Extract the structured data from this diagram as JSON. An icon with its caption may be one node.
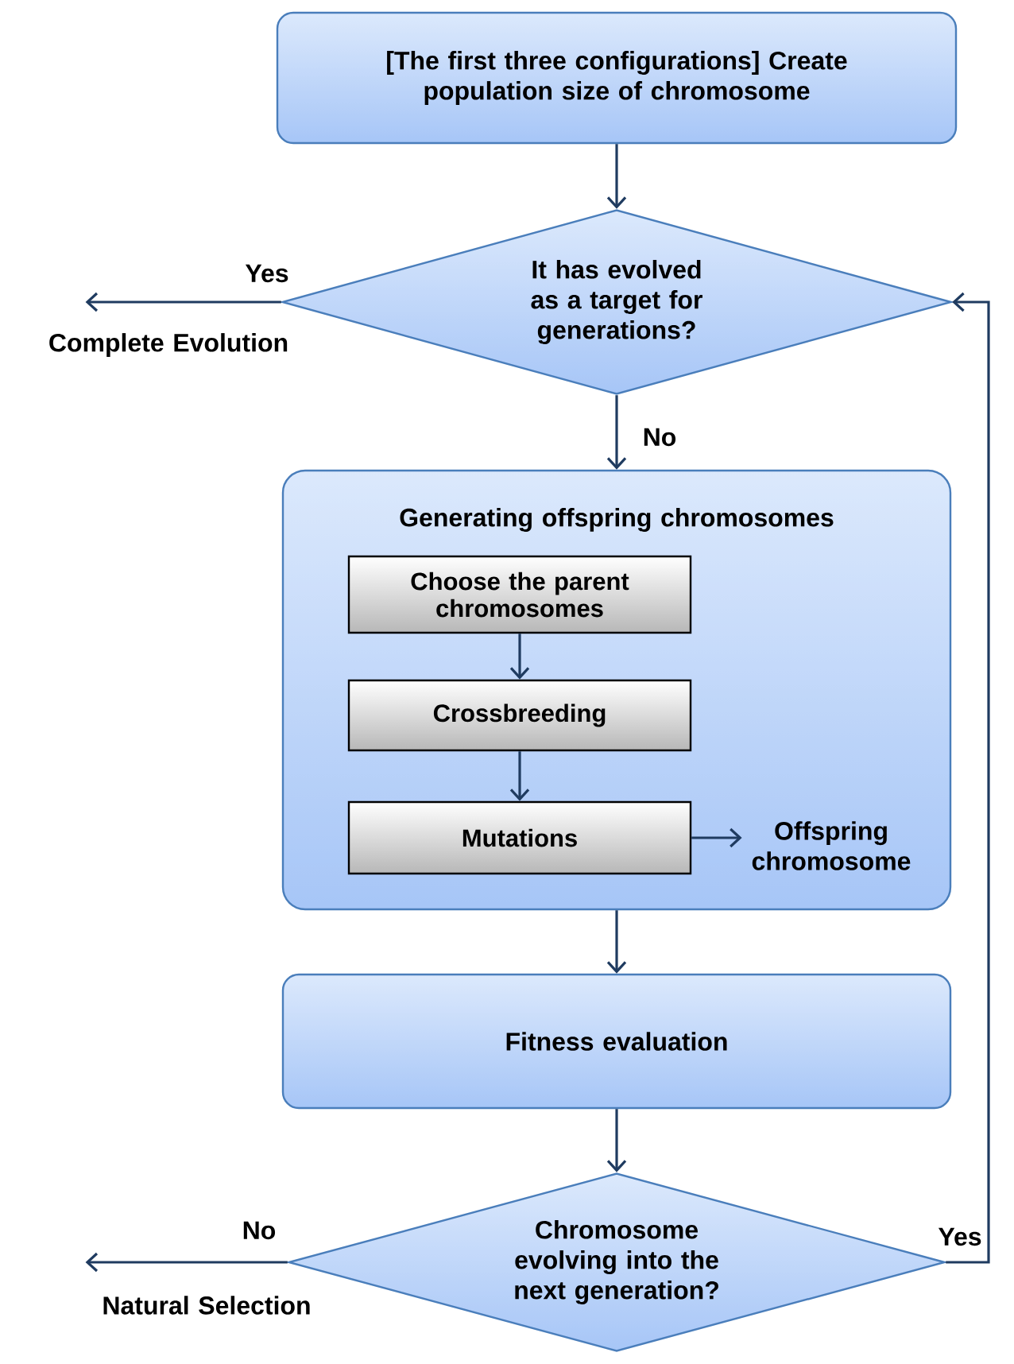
{
  "diagram": {
    "nodes": [
      {
        "text": [
          "[The first three configurations] Create population size of chromosome"
        ]
      },
      {
        "text": [
          "It has evolved as a target for generations?"
        ]
      },
      {
        "text": [
          "Complete Evolution"
        ]
      },
      {
        "text": [
          "Generating offspring chromosomes"
        ]
      },
      {
        "text": [
          "Choose the parent chromosomes"
        ],
        "in": 3
      },
      {
        "text": [
          "Crossbreeding"
        ],
        "in": 3
      },
      {
        "text": [
          "Mutations"
        ],
        "in": 3
      },
      {
        "text": [
          "Offspring chromosome"
        ],
        "in": 3
      },
      {
        "text": [
          "Fitness evaluation"
        ]
      },
      {
        "text": [
          "Chromosome evolving into the next generation?"
        ]
      },
      {
        "text": [
          "Natural Selection"
        ]
      }
    ],
    "edges": [
      {
        "from": 0,
        "to": 1,
        "arrow": "to"
      },
      {
        "from": 1,
        "to": 2,
        "arrow": "to",
        "label": "Yes"
      },
      {
        "from": 1,
        "to": 3,
        "arrow": "to",
        "label": "No"
      },
      {
        "from": 4,
        "to": 5,
        "arrow": "to"
      },
      {
        "from": 5,
        "to": 6,
        "arrow": "to"
      },
      {
        "from": 6,
        "to": 7,
        "arrow": "to"
      },
      {
        "from": 3,
        "to": 8,
        "arrow": "to"
      },
      {
        "from": 8,
        "to": 9,
        "arrow": "to"
      },
      {
        "from": 9,
        "to": 10,
        "arrow": "to",
        "label": "No"
      },
      {
        "from": 9,
        "to": 1,
        "arrow": "to",
        "label": "Yes"
      }
    ]
  }
}
